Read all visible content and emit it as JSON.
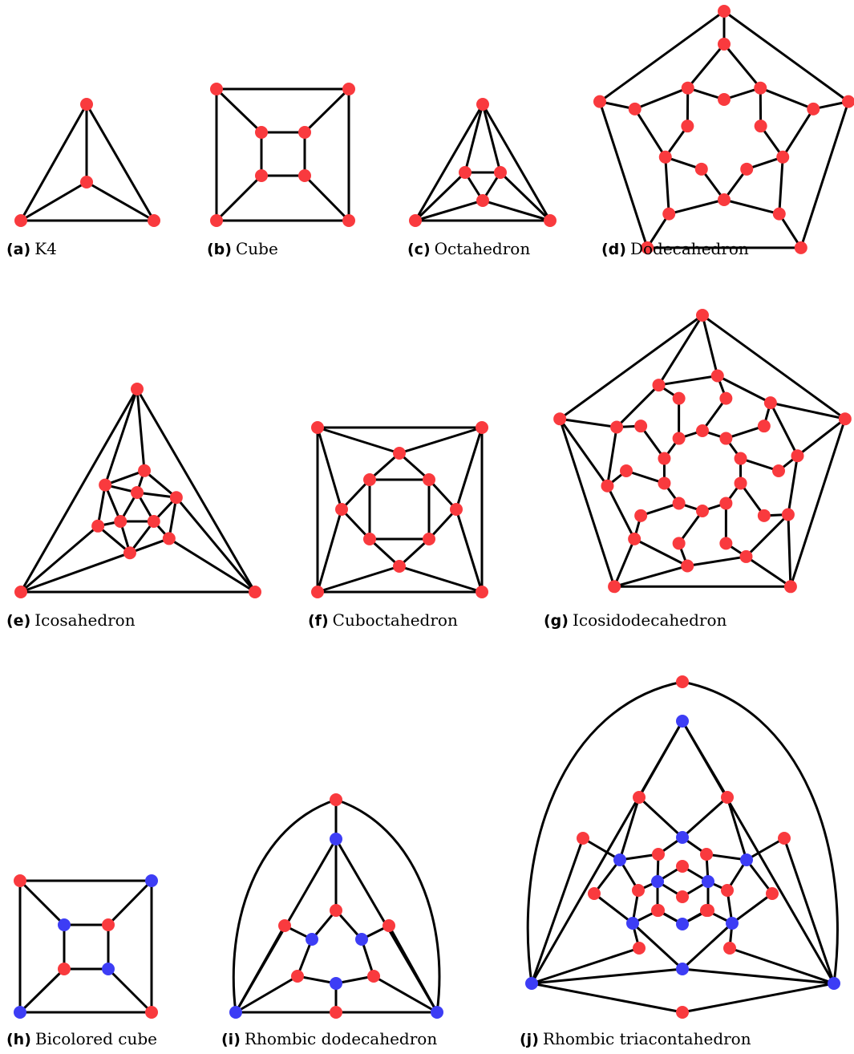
{
  "colors": {
    "red": "#f93a3e",
    "blue": "#3d3df5",
    "edge": "#000000"
  },
  "panels": [
    {
      "label": "(a)",
      "name": "K4"
    },
    {
      "label": "(b)",
      "name": "Cube"
    },
    {
      "label": "(c)",
      "name": "Octahedron"
    },
    {
      "label": "(d)",
      "name": "Dodecahedron"
    },
    {
      "label": "(e)",
      "name": "Icosahedron"
    },
    {
      "label": "(f)",
      "name": "Cuboctahedron"
    },
    {
      "label": "(g)",
      "name": "Icosidodecahedron"
    },
    {
      "label": "(h)",
      "name": "Bicolored cube"
    },
    {
      "label": "(i)",
      "name": "Rhombic dodecahedron"
    },
    {
      "label": "(j)",
      "name": "Rhombic triacontahedron"
    }
  ]
}
